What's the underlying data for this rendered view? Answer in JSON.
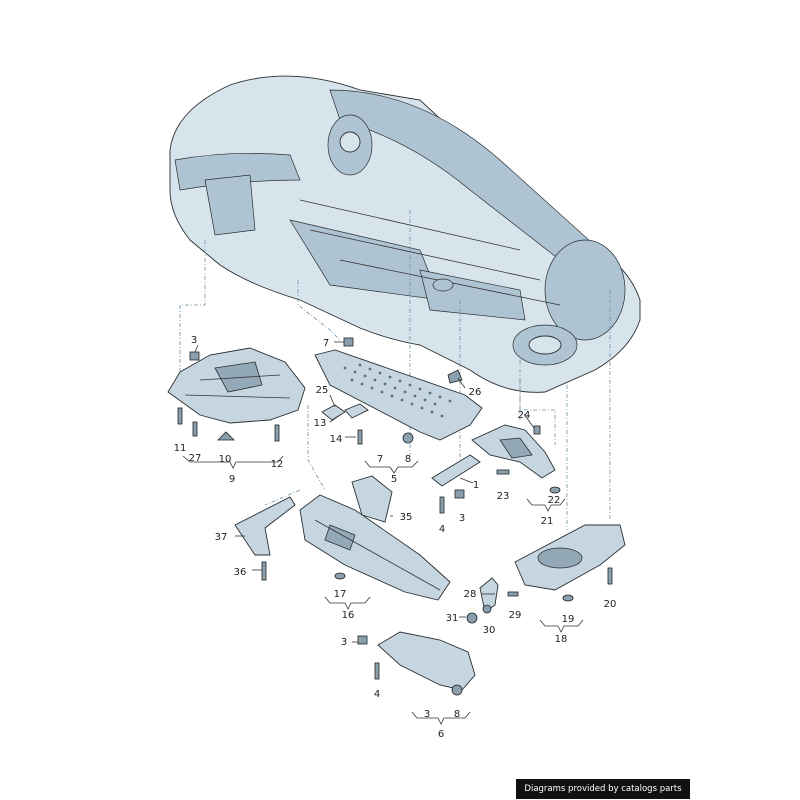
{
  "credit": "Diagrams provided by catalogs parts",
  "callouts": {
    "c1": "1",
    "c3a": "3",
    "c3b": "3",
    "c3c": "3",
    "c3d": "3",
    "c4a": "4",
    "c4b": "4",
    "c5": "5",
    "c6": "6",
    "c7a": "7",
    "c7b": "7",
    "c8a": "8",
    "c8b": "8",
    "c9": "9",
    "c10": "10",
    "c11": "11",
    "c12": "12",
    "c13": "13",
    "c14": "14",
    "c16": "16",
    "c17": "17",
    "c18": "18",
    "c19": "19",
    "c20": "20",
    "c21": "21",
    "c22": "22",
    "c23": "23",
    "c24": "24",
    "c25": "25",
    "c26": "26",
    "c27": "27",
    "c28": "28",
    "c29": "29",
    "c30": "30",
    "c31": "31",
    "c35": "35",
    "c36": "36",
    "c37": "37"
  }
}
